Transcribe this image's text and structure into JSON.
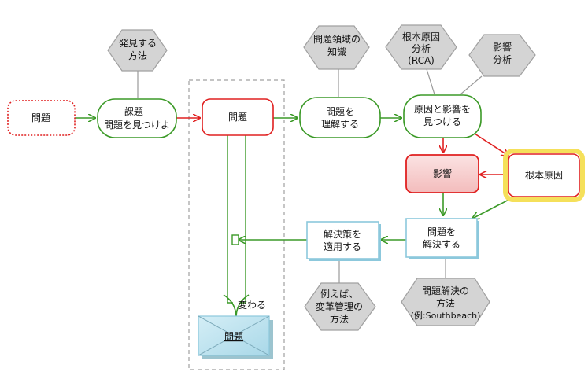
{
  "nodes": {
    "problem_start": "問題",
    "find_issue": [
      "課題 -",
      "問題を見つけよ"
    ],
    "problem_main": "問題",
    "understand": [
      "問題を",
      "理解する"
    ],
    "find_cause_effect": [
      "原因と影響を",
      "見つける"
    ],
    "effect": "影響",
    "root_cause": "根本原因",
    "solve": [
      "問題を",
      "解決する"
    ],
    "apply_solution": [
      "解決策を",
      "適用する"
    ],
    "problem_doc": "問題"
  },
  "annotations": {
    "discovery_method": [
      "発見する",
      "方法"
    ],
    "domain_knowledge": [
      "問題領域の",
      "知識"
    ],
    "rca": [
      "根本原因",
      "分析",
      "(RCA)"
    ],
    "impact_analysis": [
      "影響",
      "分析"
    ],
    "change_mgmt": [
      "例えば、",
      "変革管理の",
      "方法"
    ],
    "solve_method": [
      "問題解決の",
      "方法",
      "(例:Southbeach)"
    ]
  },
  "edge_labels": {
    "changes": "変わる"
  },
  "colors": {
    "green": "#3c9a28",
    "red": "#e02020",
    "blue": "#8cc8dc",
    "hex_fill": "#d4d4d4",
    "hex_stroke": "#a0a0a0",
    "highlight": "#f5e05a"
  }
}
